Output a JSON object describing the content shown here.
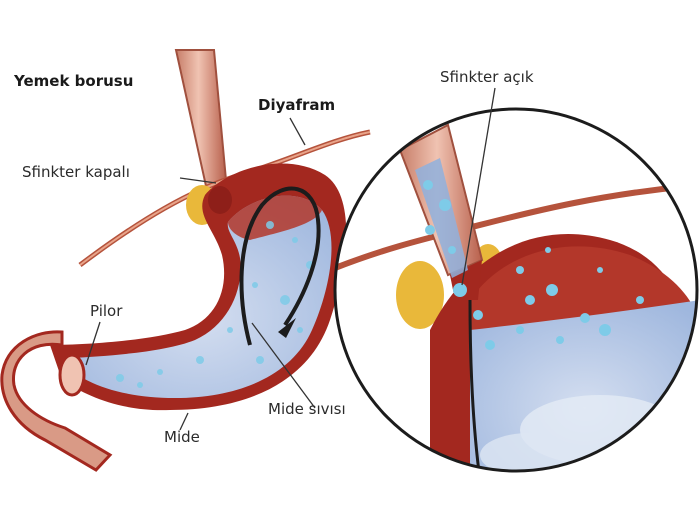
{
  "labels": {
    "esophagus": "Yemek borusu",
    "diaphragm": "Diyafram",
    "sphincter_closed": "Sfinkter kapalı",
    "sphincter_open": "Sfinkter açık",
    "pylorus": "Pilor",
    "stomach": "Mide",
    "stomach_fluid": "Mide sıvısı"
  },
  "colors": {
    "wall": "#a3281f",
    "wall_light": "#d9705f",
    "fluid": "#b9c9e6",
    "fluid_dark": "#8fb0dd",
    "bubble": "#7ecbe8",
    "fat": "#e9b83a",
    "esophagus_tube": "#d99a86",
    "leader": "#333333"
  }
}
